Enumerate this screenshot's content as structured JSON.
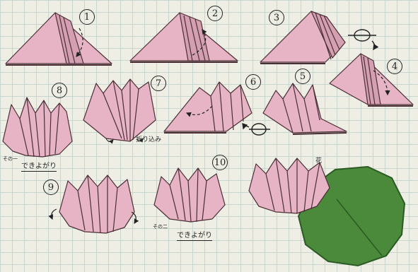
{
  "diagram": {
    "steps": [
      "1",
      "2",
      "3",
      "4",
      "5",
      "6",
      "7",
      "8",
      "9",
      "10"
    ],
    "captions": {
      "finished_1": "できよがり",
      "finished_2": "できよがり",
      "variant_1": "その一",
      "variant_2": "その二",
      "fold_in_note": "折り込み",
      "flower": "花"
    },
    "colors": {
      "paper": "#e6b4c4",
      "paper_shade": "#d59fb2",
      "edge": "#4a2f36",
      "leaf": "#4a8a3a",
      "leaf_edge": "#2c5a24",
      "ink": "#222222",
      "grid": "#c9d6cf",
      "background": "#efeee4"
    }
  }
}
